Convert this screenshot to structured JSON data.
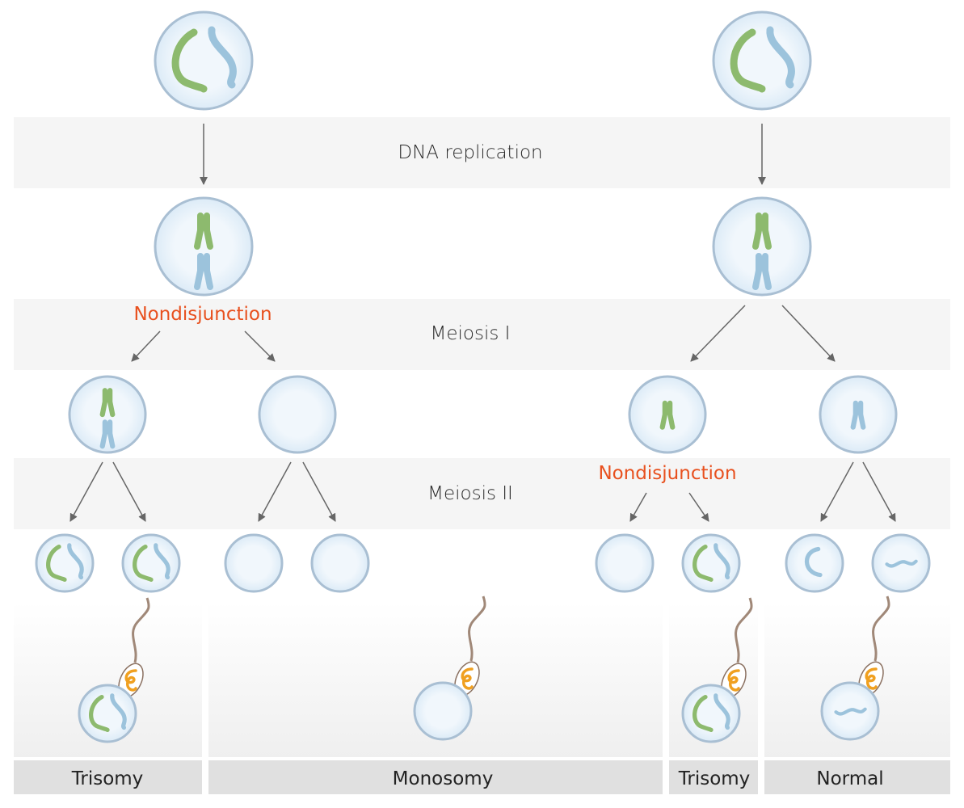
{
  "stages": {
    "dna_replication": "DNA replication",
    "meiosis_1": "Meiosis I",
    "meiosis_2": "Meiosis II"
  },
  "nondisjunction_labels": {
    "meiosis_1": "Nondisjunction",
    "meiosis_2": "Nondisjunction"
  },
  "outcomes": [
    "Trisomy",
    "Monosomy",
    "Trisomy",
    "Normal"
  ],
  "colors": {
    "band": "#f5f5f5",
    "label_bar": "#e0e0e0",
    "nondisjunction": "#e8501e",
    "cell_fill": "#eaf3fb",
    "cell_stroke": "#a9bfd3",
    "chromosome_green": "#8dba6e",
    "chromosome_blue": "#9cc3dc",
    "sperm_tail": "#a08878",
    "sperm_dna": "#f0a020"
  }
}
